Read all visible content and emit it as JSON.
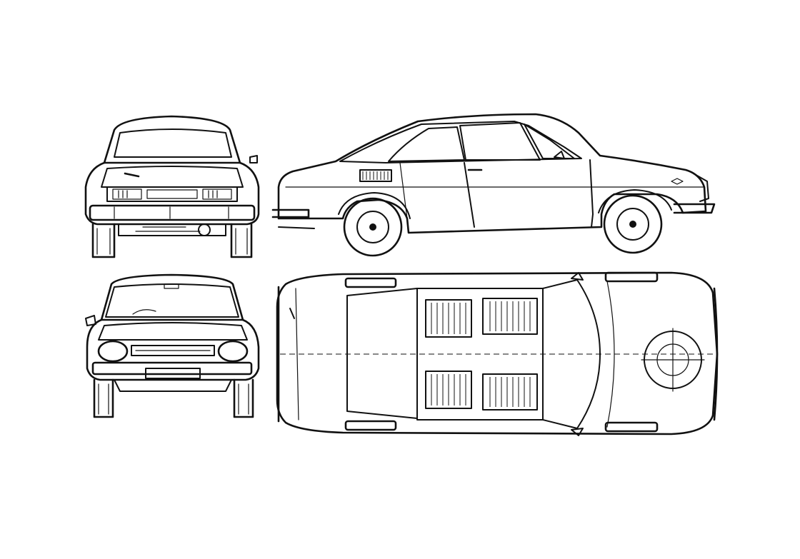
{
  "colors": {
    "background": "#ffffff",
    "line": "#111111"
  },
  "views": [
    {
      "id": "rear-view"
    },
    {
      "id": "side-view"
    },
    {
      "id": "front-view"
    },
    {
      "id": "top-view"
    }
  ]
}
